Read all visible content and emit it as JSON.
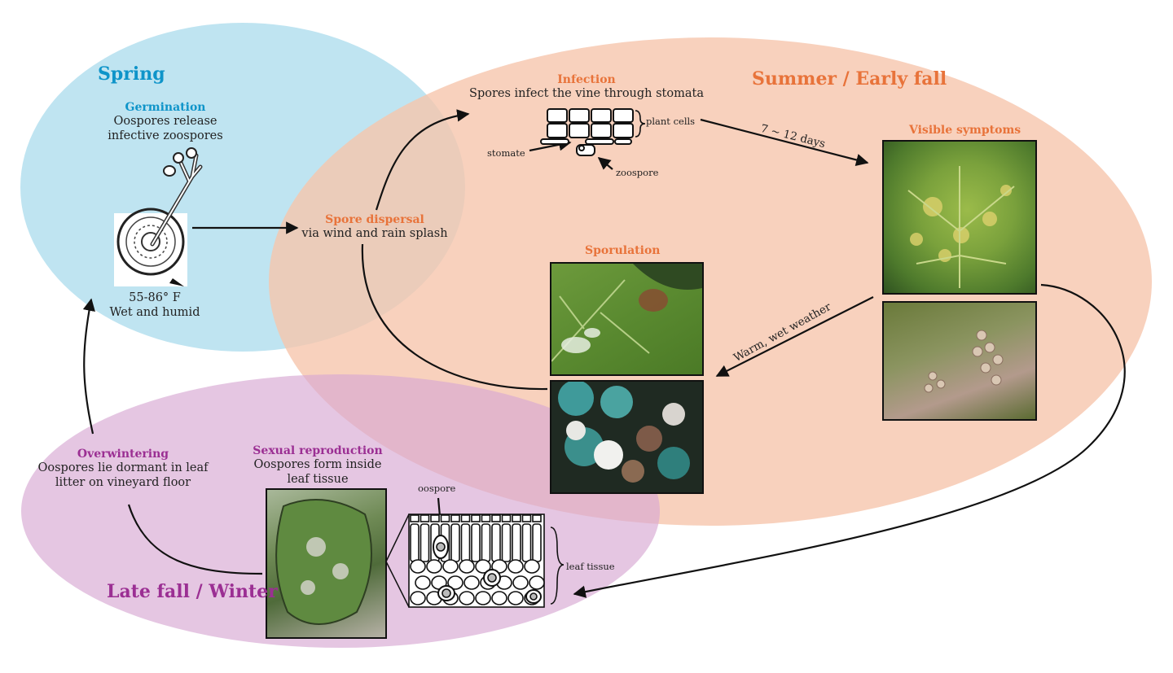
{
  "colors": {
    "spring": "#0e94c9",
    "summer": "#e8733a",
    "winter": "#9b2f93",
    "spring_fill": "#bfe4f1",
    "summer_fill": "#f8d3c0",
    "winter_fill": "#e3c3e0"
  },
  "seasons": {
    "spring": "Spring",
    "summer": "Summer / Early fall",
    "winter": "Late fall / Winter"
  },
  "stages": {
    "germination": {
      "title": "Germination",
      "line1": "Oospores release",
      "line2": "infective zoospores"
    },
    "conditions": {
      "line1": "55-86° F",
      "line2": "Wet and humid"
    },
    "dispersal": {
      "title": "Spore dispersal",
      "line1": "via wind and rain splash"
    },
    "infection": {
      "title": "Infection",
      "line1": "Spores infect the vine through stomata"
    },
    "symptoms": {
      "title": "Visible symptoms"
    },
    "sporulation": {
      "title": "Sporulation"
    },
    "overwintering": {
      "title": "Overwintering",
      "line1": "Oospores lie dormant in leaf",
      "line2": "litter on vineyard floor"
    },
    "sexual": {
      "title": "Sexual reproduction",
      "line1": "Oospores form inside",
      "line2": "leaf tissue"
    }
  },
  "labels": {
    "plant_cells": "plant cells",
    "stomate": "stomate",
    "zoospore": "zoospore",
    "days": "7 ~ 12 days",
    "weather": "Warm, wet weather",
    "oospore": "oospore",
    "leaf_tissue": "leaf tissue"
  }
}
